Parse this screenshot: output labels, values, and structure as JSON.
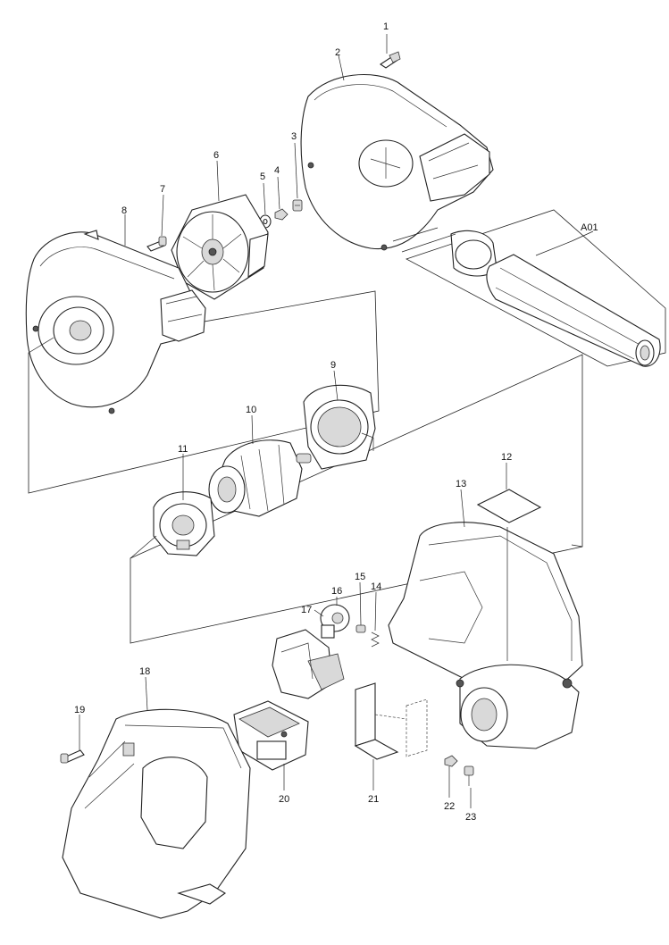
{
  "diagram": {
    "labels": {
      "p1": "1",
      "p2": "2",
      "p3": "3",
      "p4": "4",
      "p5": "5",
      "p6": "6",
      "p7": "7",
      "p8": "8",
      "p9": "9",
      "p10": "10",
      "p11": "11",
      "p12": "12",
      "p13": "13",
      "p14": "14",
      "p15": "15",
      "p16": "16",
      "p17": "17",
      "p18": "18",
      "p19": "19",
      "p20": "20",
      "p21": "21",
      "p22": "22",
      "p23": "23",
      "a01": "A01"
    }
  }
}
